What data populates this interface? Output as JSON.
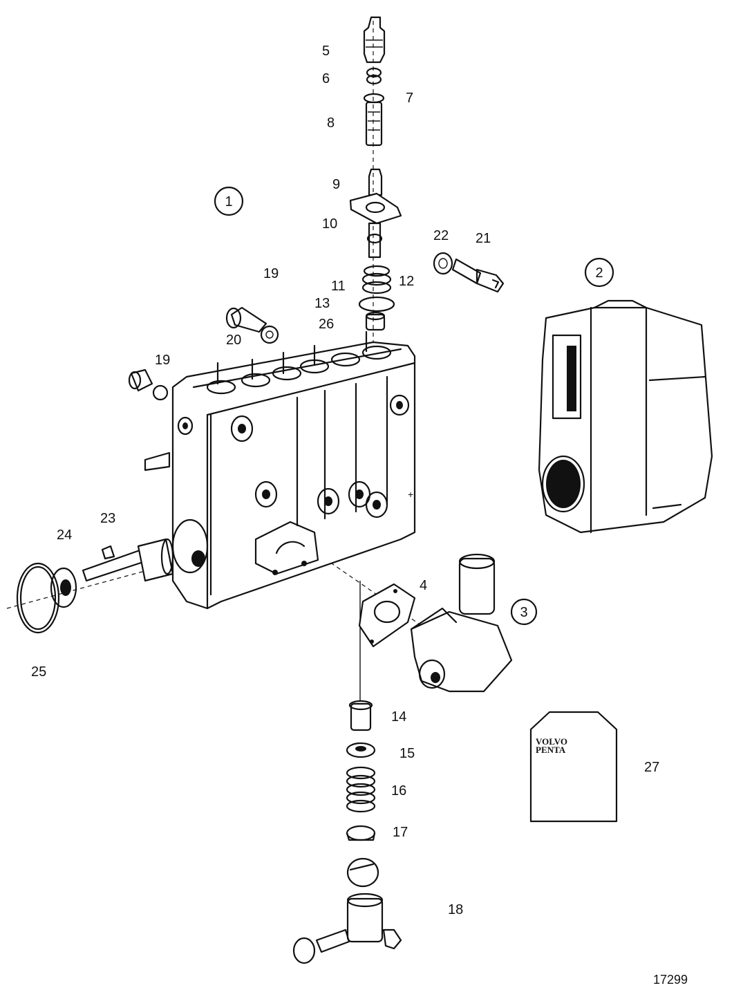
{
  "labels": {
    "p5": "5",
    "p6": "6",
    "p7": "7",
    "p8": "8",
    "p9": "9",
    "p10": "10",
    "p11": "11",
    "p12": "12",
    "p13": "13",
    "p26": "26",
    "p19a": "19",
    "p19b": "19",
    "p20": "20",
    "p21": "21",
    "p22": "22",
    "p23": "23",
    "p24": "24",
    "p25": "25",
    "p4": "4",
    "p14": "14",
    "p15": "15",
    "p16": "16",
    "p17": "17",
    "p18": "18",
    "p27": "27"
  },
  "circled": {
    "c1": "1",
    "c2": "2",
    "c3": "3"
  },
  "package_text": {
    "line1": "VOLVO",
    "line2": "PENTA"
  },
  "drawing_number": "17299"
}
